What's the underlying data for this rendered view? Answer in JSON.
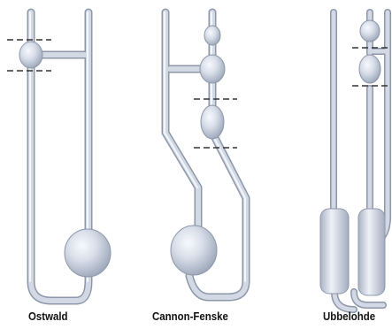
{
  "labels": {
    "ostwald": "Ostwald",
    "cannon_fenske": "Cannon-Fenske",
    "ubbelohde": "Ubbelohde"
  },
  "colors": {
    "glass_outline": "#8c97aa",
    "glass_body": "#d3d9e4",
    "glass_highlight": "#f3f6fb",
    "marker": "#333333"
  }
}
